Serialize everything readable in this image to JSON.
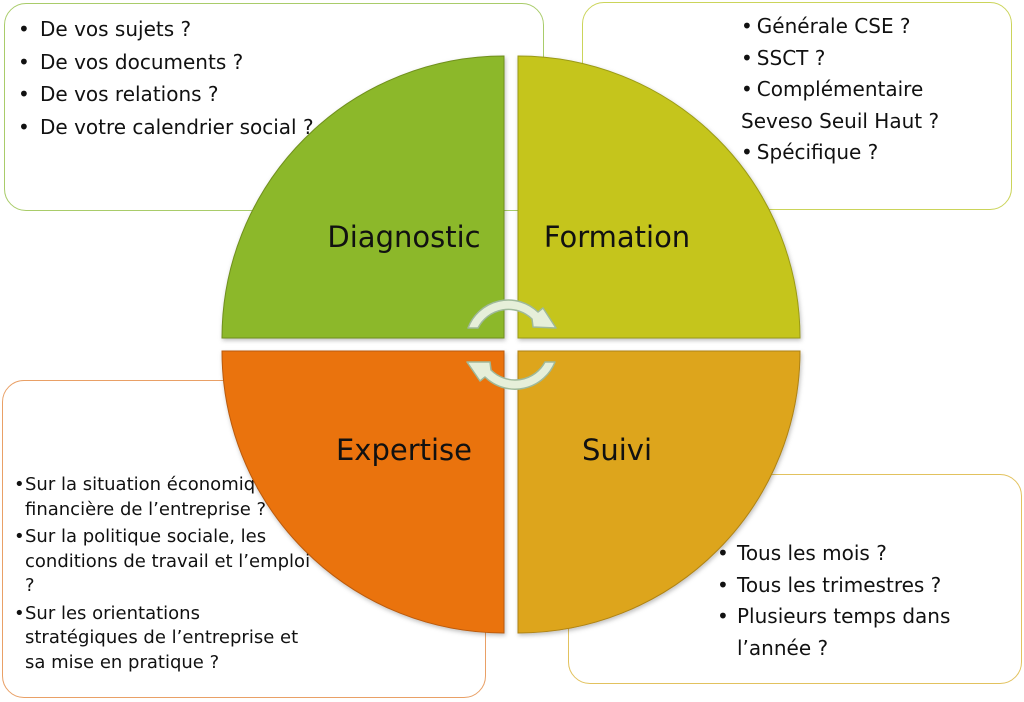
{
  "diagram": {
    "quadrants": {
      "diagnostic": {
        "label": "Diagnostic",
        "color": "#8cb82a"
      },
      "formation": {
        "label": "Formation",
        "color": "#c5c51e"
      },
      "expertise": {
        "label": "Expertise",
        "color": "#ea730f"
      },
      "suivi": {
        "label": "Suivi",
        "color": "#dda51a"
      }
    },
    "arrow_colors": {
      "fill": "#e6efd9",
      "stroke": "#9fb99a"
    }
  },
  "boxes": {
    "diagnostic": {
      "border": "#a9cc6a",
      "items": [
        "De vos sujets ?",
        "De vos documents ?",
        "De vos relations ?",
        "De votre calendrier social ?"
      ]
    },
    "formation": {
      "border": "#cbd45a",
      "items": [
        "Générale CSE ?",
        "SSCT ?",
        "Complémentaire Seveso Seuil Haut ?",
        "Spécifique ?"
      ]
    },
    "expertise": {
      "border": "#e9a066",
      "items": [
        "Sur la situation économique et financière de l’entreprise ?",
        "Sur la politique sociale, les conditions de travail  et l’emploi ?",
        "Sur les orientations stratégiques de l’entreprise et sa mise en pratique ?"
      ]
    },
    "suivi": {
      "border": "#e2c25e",
      "items": [
        "Tous les mois ?",
        "Tous les trimestres ?",
        "Plusieurs temps dans l’année ?"
      ]
    }
  }
}
